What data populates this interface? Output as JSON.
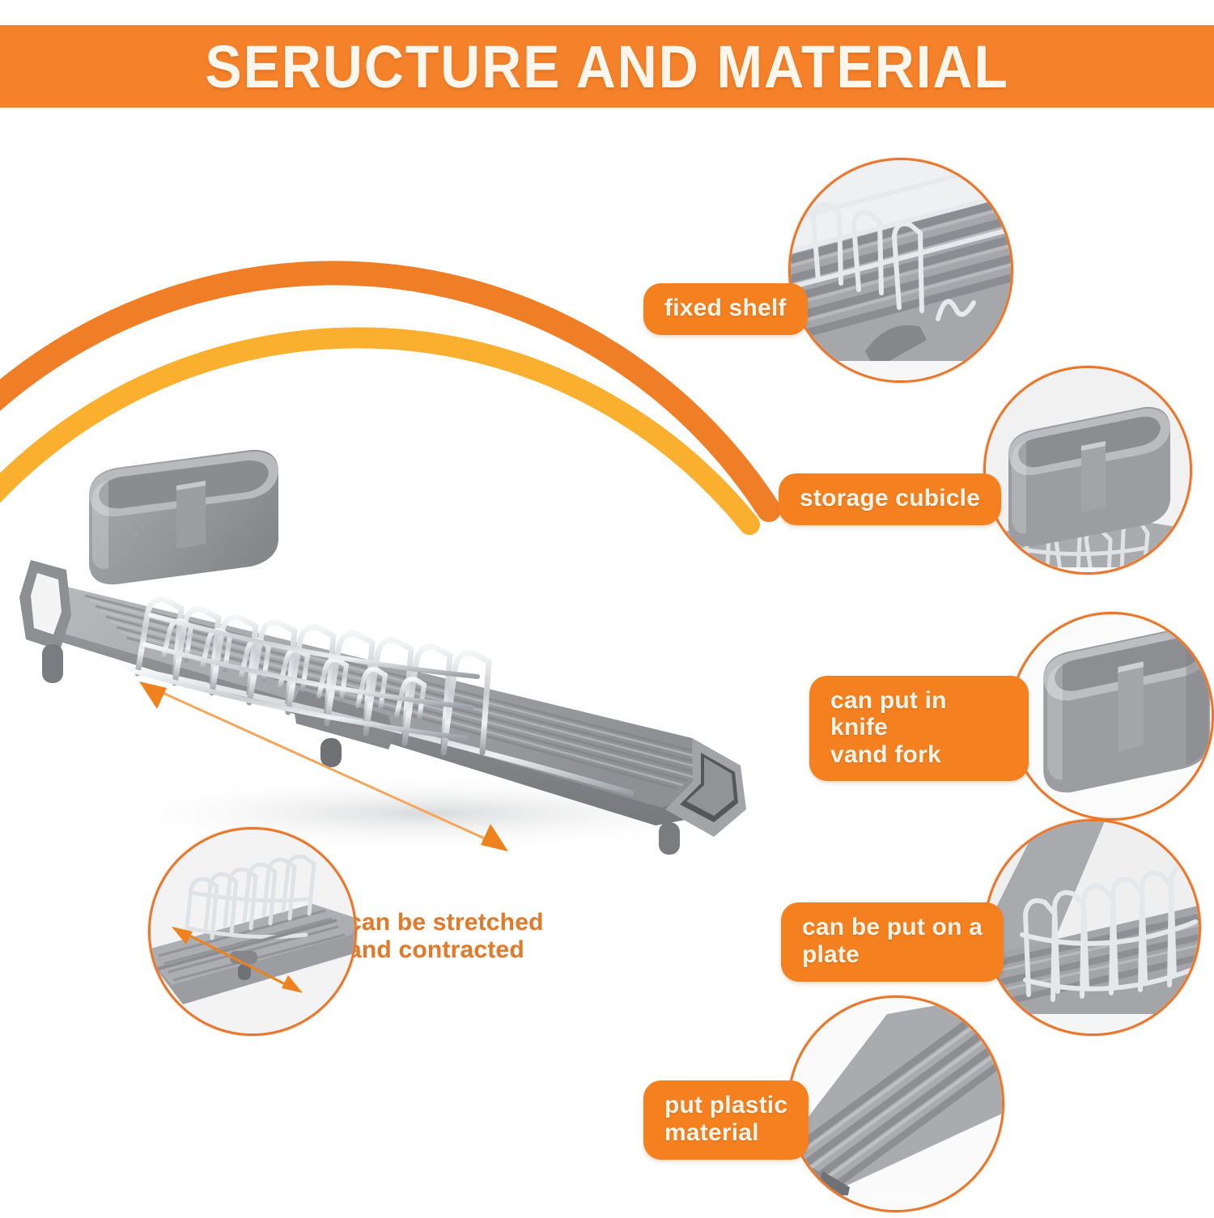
{
  "header": {
    "title": "SERUCTURE AND MATERIAL",
    "banner_color": "#F5822A",
    "text_color": "#FDF6EC"
  },
  "theme": {
    "accent_orange": "#F4801F",
    "arc_outer": "#F07E26",
    "arc_inner": "#FAAF2E",
    "circle_border": "#E8762B",
    "note_text": "#E07B2C",
    "product_gray": "#9a9a9d",
    "chrome": "#d9dde0",
    "background": "#FFFFFF"
  },
  "main_product": {
    "name": "expandable dish drying rack",
    "parts": {
      "tray": "ribbed plastic drain tray",
      "caddy": "two-compartment utensil caddy",
      "dividers": "chrome wire plate dividers",
      "spout": "drainage spout",
      "handle": "side handle"
    }
  },
  "extend_arrow": {
    "name": "double-headed extend arrow",
    "color": "#F08A2E"
  },
  "stretch_note": {
    "line1": "can be stretched",
    "line2": "and contracted"
  },
  "callouts": [
    {
      "id": "fixed-shelf",
      "label": "fixed shelf",
      "photo": "wire-shelf-closeup"
    },
    {
      "id": "storage-cubicle",
      "label": "storage cubicle",
      "photo": "caddy-on-rack-closeup"
    },
    {
      "id": "knife-fork",
      "label": "can put in knife\nvand fork",
      "photo": "caddy-standalone-closeup"
    },
    {
      "id": "on-plate",
      "label": "can be put on a\nplate",
      "photo": "plate-dividers-closeup"
    },
    {
      "id": "plastic",
      "label": "put plastic\nmaterial",
      "photo": "ribbed-tray-closeup"
    },
    {
      "id": "stretch",
      "label": "can be stretched\nand contracted",
      "photo": "rack-extend-closeup"
    }
  ]
}
